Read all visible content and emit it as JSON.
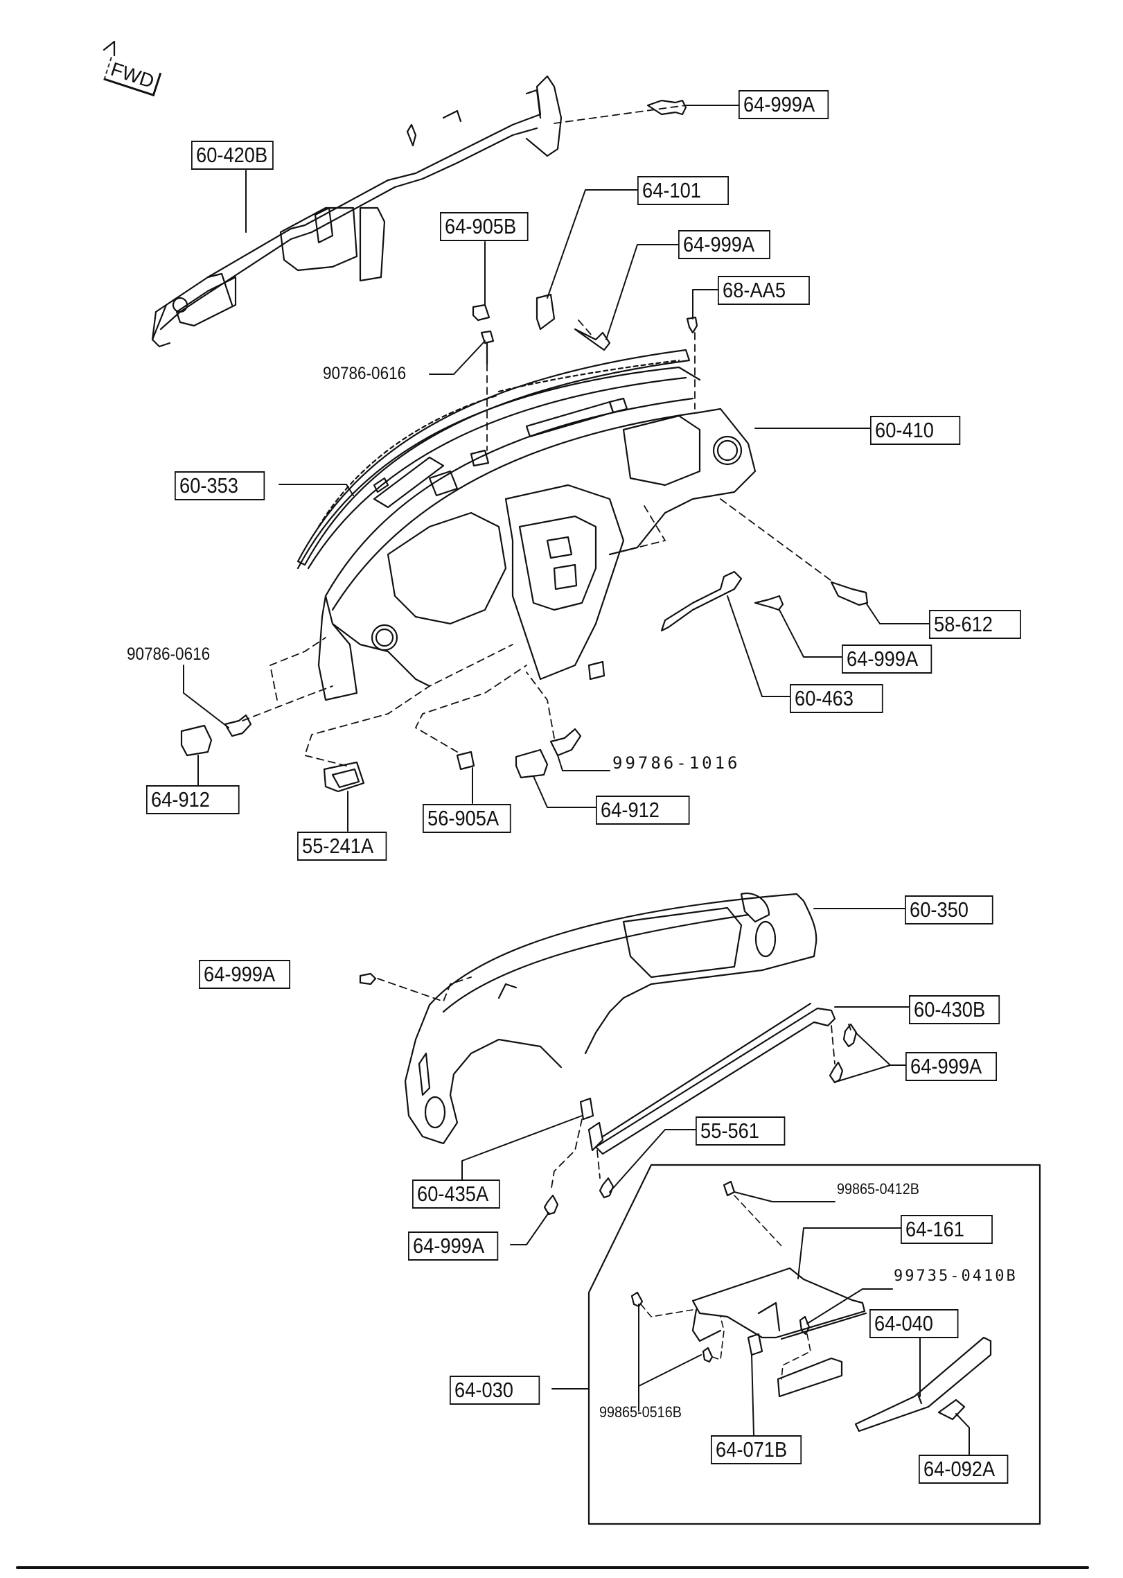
{
  "diagram": {
    "type": "exploded parts diagram",
    "subject": "Dashboard / instrument panel assembly",
    "orientation_marker": "FWD",
    "callouts": {
      "frame_member": "60-420B",
      "screw_top": "64-999A",
      "bracket_top": "64-101",
      "clip_top": "64-905B",
      "screw_bracket": "64-999A",
      "clip_68": "68-AA5",
      "bolt_top": "90786-0616",
      "panel_right": "60-410",
      "defroster_duct": "60-353",
      "sensor": "58-612",
      "screw_right": "64-999A",
      "bracket_right": "60-463",
      "bolt_left": "90786-0616",
      "bolt_center": "99786-1016",
      "cap_left": "64-912",
      "cap_right": "64-912",
      "clip_center": "56-905A",
      "switch": "55-241A",
      "dash_cover": "60-350",
      "screw_cover": "64-999A",
      "lower_bar": "60-430B",
      "screw_bar_pair": "64-999A",
      "bar_part": "55-561",
      "bracket_left_lower": "60-435A",
      "screw_lower_left": "64-999A",
      "glovebox_assembly": "64-030",
      "screw_glovebox_top": "99865-0412B",
      "glovebox": "64-161",
      "screw_glovebox_mid": "99735-0410B",
      "glovebox_trim": "64-040",
      "screw_glovebox_pair": "99865-0516B",
      "latch_striker": "64-071B",
      "latch": "64-092A"
    }
  }
}
